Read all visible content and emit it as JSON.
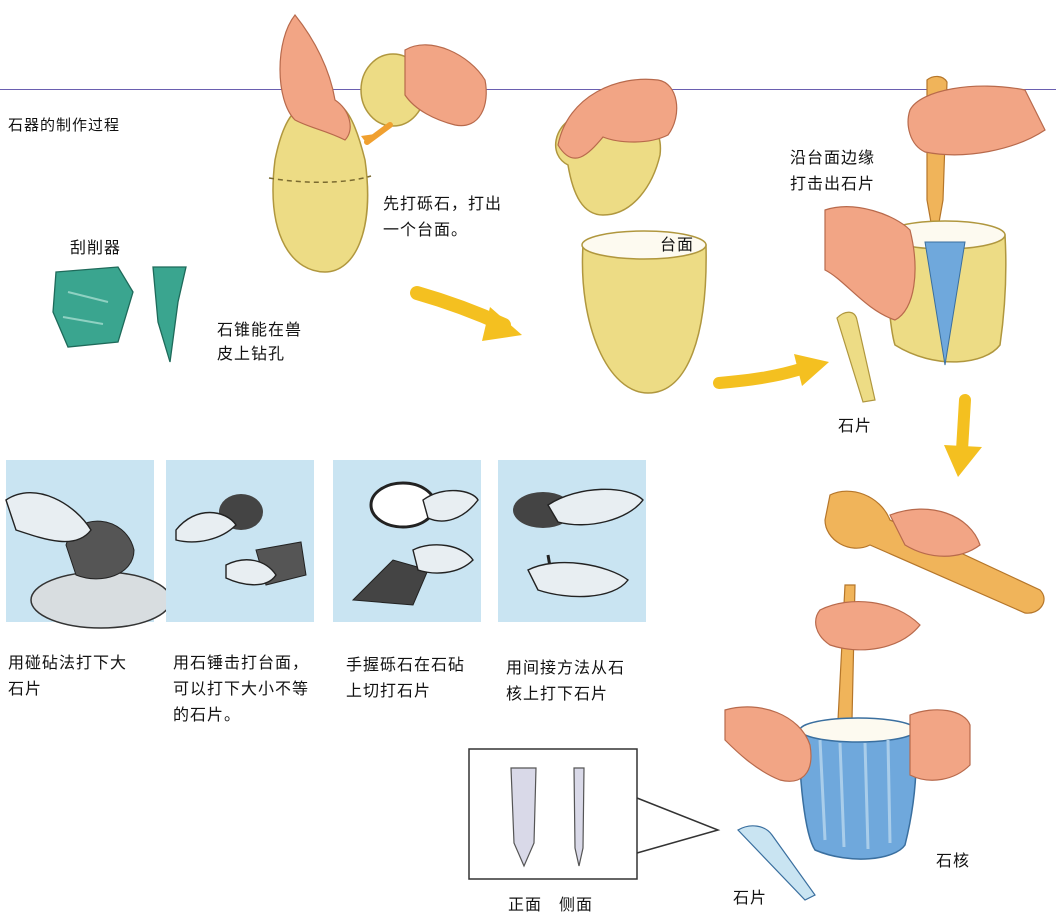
{
  "page_title": "石器的制作过程",
  "labels": {
    "scraper": "刮削器",
    "awl": [
      "石锥能在兽",
      "皮上钻孔"
    ],
    "step1": [
      "先打砾石，打出",
      "一个台面。"
    ],
    "platform": "台面",
    "edge": [
      "沿台面边缘",
      "打击出石片"
    ],
    "flake_mid": "石片",
    "core": "石核",
    "flake_bottom": "石片",
    "front_side": "正面　侧面"
  },
  "methods": [
    {
      "lines": [
        "用碰砧法打下大",
        "石片"
      ]
    },
    {
      "lines": [
        "用石锤击打台面，",
        "可以打下大小不等",
        "的石片。"
      ]
    },
    {
      "lines": [
        "手握砾石在石砧",
        "上切打石片"
      ]
    },
    {
      "lines": [
        "用间接方法从石",
        "核上打下石片"
      ]
    }
  ],
  "colors": {
    "rule": "#6a5fb0",
    "panel": "#c9e4f2",
    "stone": "#eddc85",
    "arrow": "#f4c020",
    "skin": "#f2a585",
    "flake": "#6fa8dc",
    "tool_green": "#3aa58f"
  }
}
